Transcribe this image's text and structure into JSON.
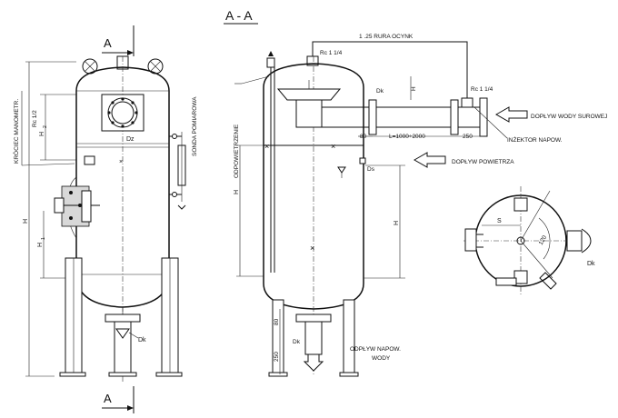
{
  "section_title": "A - A",
  "section_marker": "A",
  "left_view": {
    "labels": {
      "krocciec": "KRÓCIEC MANOMETR.",
      "rc_half": "Rc 1/2",
      "h2": "H",
      "h2_sub": "2",
      "dz": "Dz",
      "h": "H",
      "h1": "H",
      "h1_sub": "1",
      "sonda": "SONDA POMIAROWA",
      "dk": "Dk"
    }
  },
  "section_view": {
    "labels": {
      "odpowietrzenie": "ODPOWIETRZENIE",
      "rura": "1 .25 RURA OCYNK",
      "rc_top": "Rc 1 1/4",
      "rc_right": "Rc 1 1/4",
      "dk_top": "Dk",
      "h_top": "H",
      "dim_80": "80",
      "dim_l": "L=1000÷2000",
      "dim_250": "250",
      "doplyw_surowej": "DOPŁYW WODY SUROWEJ",
      "inzektor": "INŻEKTOR NAPOW.",
      "doplyw_powietrza": "DOPŁYW POWIETRZA",
      "ds": "Ds",
      "h_left": "H",
      "h_right": "H",
      "dim_80_bottom": "80",
      "dim_250_bottom": "250",
      "dk_bottom": "Dk",
      "odplyw_line1": "ODPŁYW NAPOW.",
      "odplyw_line2": "WODY"
    }
  },
  "plan_view": {
    "labels": {
      "s": "S",
      "angle": "120",
      "dk": "Dk"
    }
  }
}
